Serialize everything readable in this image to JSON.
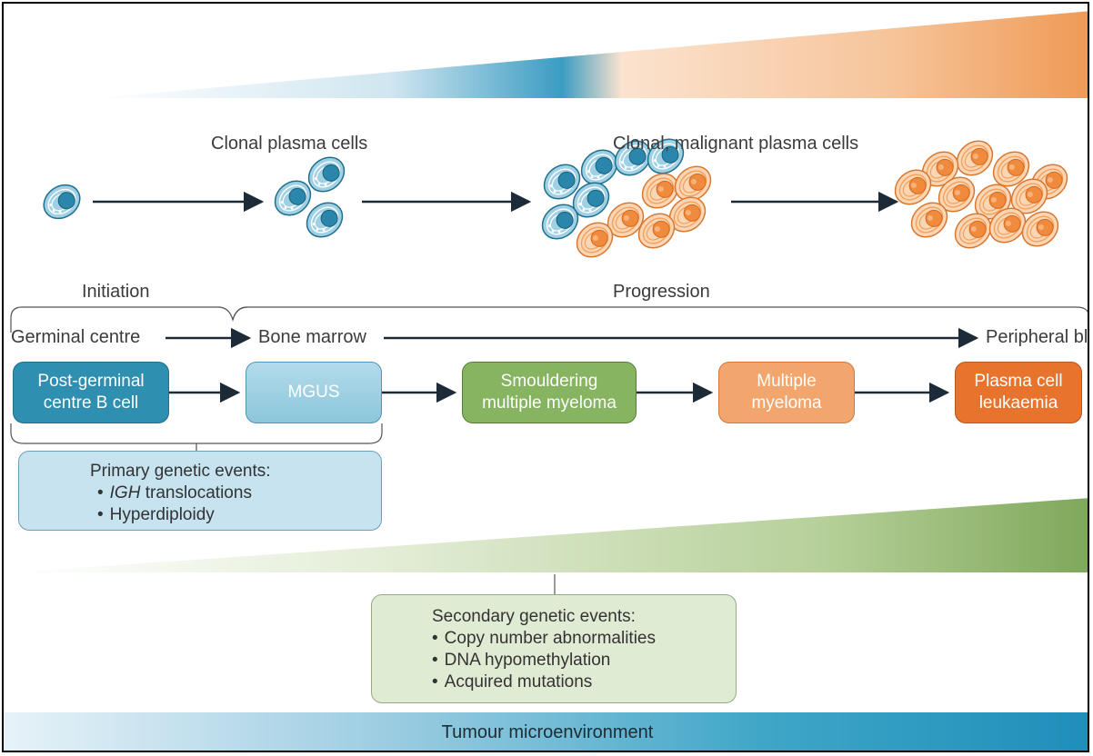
{
  "header": {
    "label_left": "Clonal plasma cells",
    "label_right": "Clonal, malignant plasma cells"
  },
  "phases": {
    "initiation": "Initiation",
    "progression": "Progression"
  },
  "locations": {
    "germinal_centre": "Germinal centre",
    "bone_marrow": "Bone marrow",
    "peripheral_blood": "Peripheral blood"
  },
  "stages": [
    {
      "label": "Post-germinal\ncentre B cell",
      "color": "#2f8fb0"
    },
    {
      "label": "MGUS",
      "color": "#9ccfe2"
    },
    {
      "label": "Smouldering\nmultiple myeloma",
      "color": "#7fae5c"
    },
    {
      "label": "Multiple\nmyeloma",
      "color": "#f0a46a"
    },
    {
      "label": "Plasma cell\nleukaemia",
      "color": "#e8752e"
    }
  ],
  "primary_events": {
    "heading": "Primary genetic events:",
    "item1_gene": "IGH",
    "item1_rest": " translocations",
    "item2": "Hyperdiploidy"
  },
  "secondary_events": {
    "heading": "Secondary genetic events:",
    "items": [
      "Copy number abnormalities",
      "DNA hypomethylation",
      "Acquired mutations"
    ]
  },
  "footer": {
    "microenvironment": "Tumour microenvironment"
  },
  "colors": {
    "blue_cell": "#2f8fb0",
    "orange_cell": "#f08a3c",
    "green_wedge": "#7ea85a",
    "orange_wedge": "#f0a060"
  }
}
